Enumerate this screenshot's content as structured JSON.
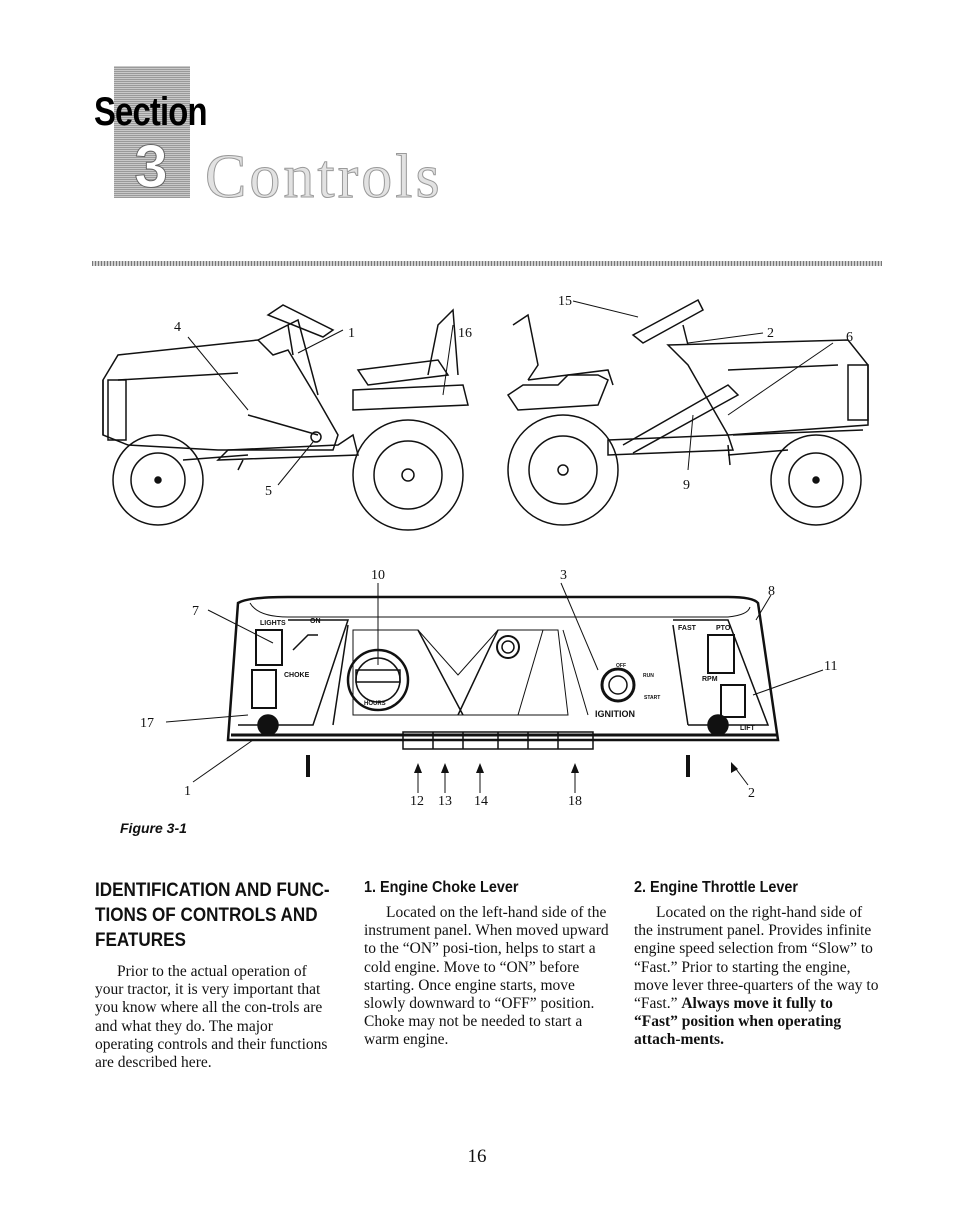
{
  "header": {
    "section_word": "Section",
    "section_number": "3",
    "title": "Controls"
  },
  "figure": {
    "caption": "Figure 3-1",
    "callouts": [
      "4",
      "1",
      "16",
      "15",
      "2",
      "6",
      "5",
      "9",
      "10",
      "3",
      "8",
      "7",
      "11",
      "17",
      "1",
      "12",
      "13",
      "14",
      "18",
      "2"
    ],
    "panel_labels": {
      "lights": "LIGHTS",
      "on": "ON",
      "choke": "CHOKE",
      "hours": "HOURS",
      "ignition": "IGNITION",
      "off": "OFF",
      "run": "RUN",
      "start": "START",
      "fast": "FAST",
      "pto": "PTO",
      "rpm": "RPM",
      "lift": "LIFT"
    }
  },
  "columns": {
    "col1": {
      "heading": "IDENTIFICATION AND FUNC-TIONS OF CONTROLS AND FEATURES",
      "body": "Prior to the actual operation of your tractor, it is very important that you know where all the con-trols are and what they do. The major operating controls and their functions are described here."
    },
    "col2": {
      "heading": "1. Engine Choke Lever",
      "body": "Located on the left-hand side of the instrument panel. When moved upward to the “ON” posi-tion, helps to start a cold engine. Move to “ON” before starting. Once engine starts, move slowly downward to “OFF” position. Choke may not be needed to start a warm engine."
    },
    "col3": {
      "heading": "2. Engine Throttle Lever",
      "body": "Located on the right-hand side of the instrument panel. Provides infinite engine speed selection from “Slow” to “Fast.” Prior to starting the engine, move lever three-quarters of the way to “Fast.”",
      "body_bold": "Always move it fully to “Fast” position when operating attach-ments."
    }
  },
  "page_number": "16"
}
